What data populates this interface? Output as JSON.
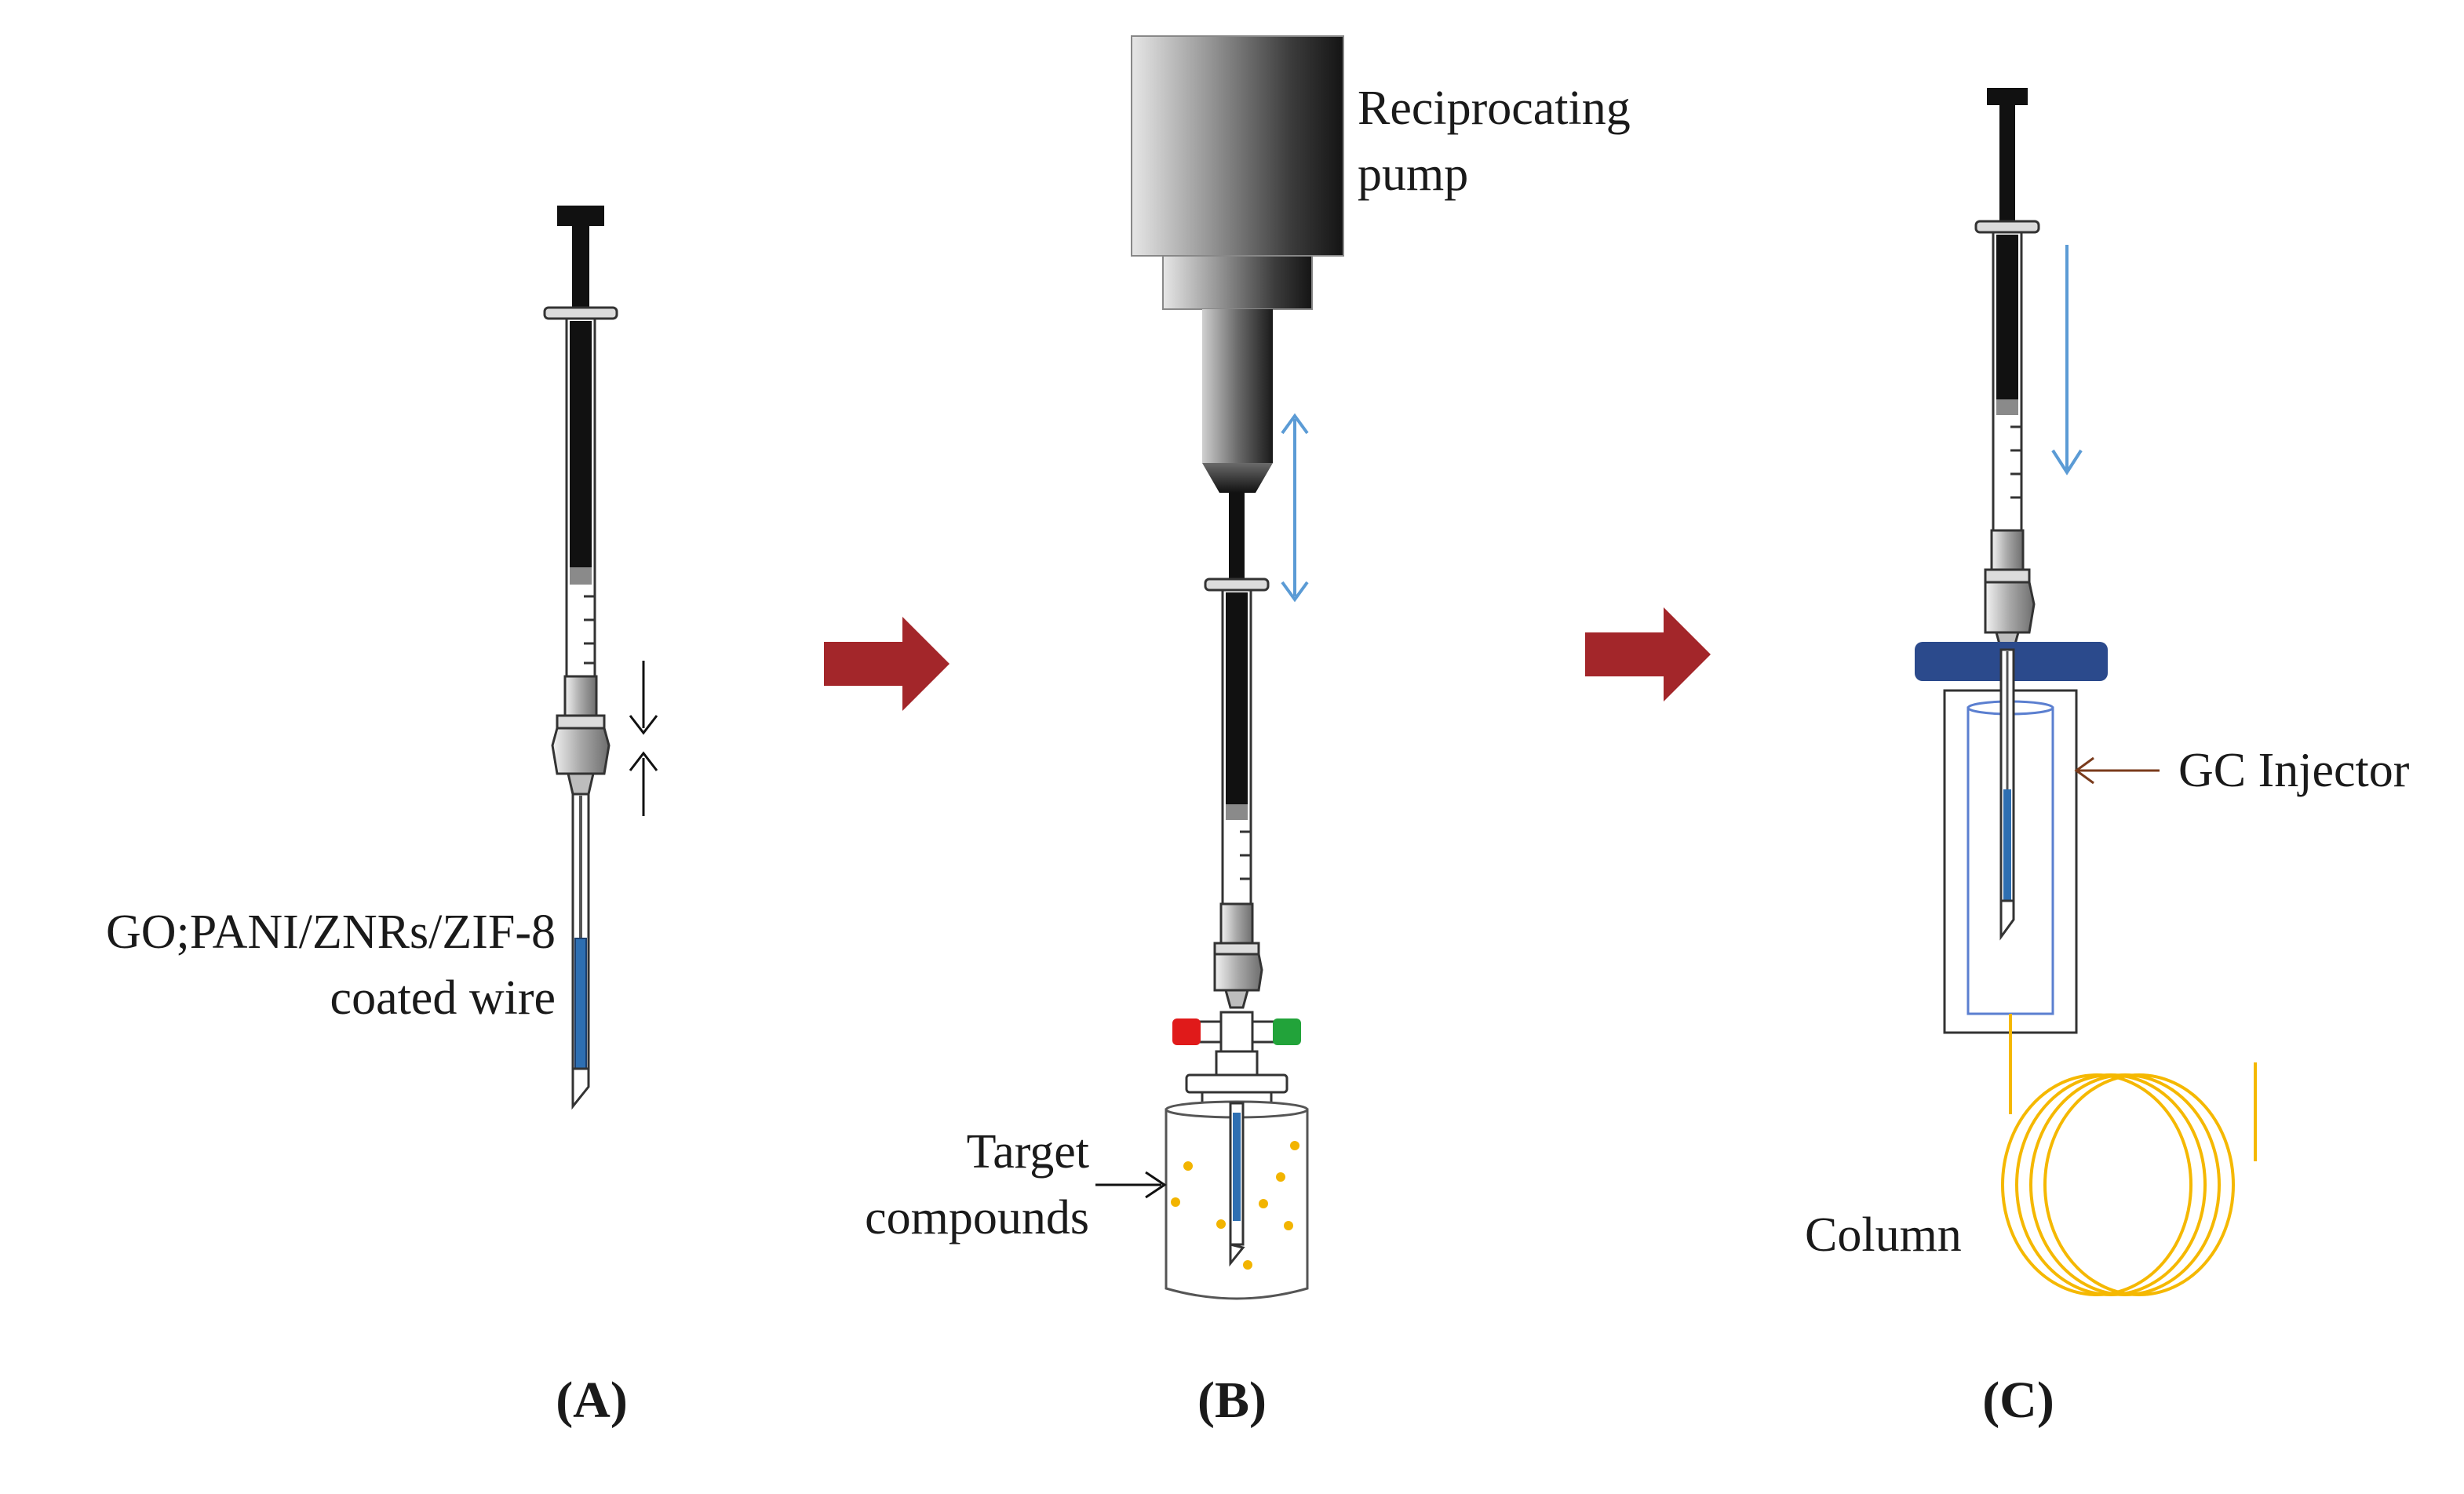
{
  "labels": {
    "coating_line1": "GO;PANI/ZNRs/ZIF-8",
    "coating_line2": "coated wire",
    "pump_line1": "Reciprocating",
    "pump_line2": "pump",
    "target_line1": "Target",
    "target_line2": "compounds",
    "injector": "GC Injector",
    "column": "Column"
  },
  "panels": {
    "a": "(A)",
    "b": "(B)",
    "c": "(C)"
  },
  "colors": {
    "arrow_red": "#a3262a",
    "motion_blue": "#5b9bd5",
    "coating_blue": "#2e6fb2",
    "septum_nut": "#2b4a8c",
    "column_gold": "#f5b800",
    "droplet": "#f2b400",
    "valve_red": "#e01a1a",
    "valve_green": "#22a33a",
    "pointer_brown": "#7a3b1c"
  }
}
